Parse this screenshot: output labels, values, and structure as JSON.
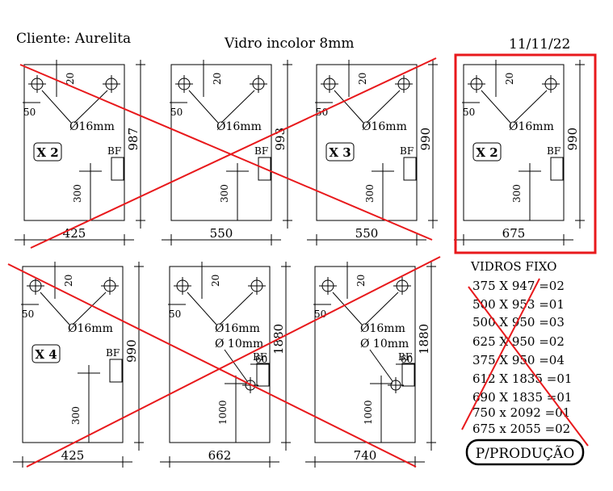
{
  "header": {
    "client": "Cliente: Aurelita",
    "material": "Vidro incolor 8mm",
    "date": "11/11/22"
  },
  "common": {
    "hole_offset": "50",
    "hole_top": "20",
    "hole_diameter": "Ø16mm",
    "bf_label": "BF",
    "lock_height": "300"
  },
  "pieces": [
    {
      "width": "425",
      "height": "987",
      "qty": "X 2",
      "crossed": true
    },
    {
      "width": "550",
      "height": "993",
      "qty": "",
      "crossed": true
    },
    {
      "width": "550",
      "height": "990",
      "qty": "X 3",
      "crossed": true
    },
    {
      "width": "675",
      "height": "990",
      "qty": "X 2",
      "crossed": false,
      "highlighted": true
    },
    {
      "width": "425",
      "height": "990",
      "qty": "X 4",
      "crossed": true
    },
    {
      "width": "662",
      "height": "1880",
      "qty": "",
      "crossed": true,
      "tall": true,
      "hole2_diameter": "Ø 10mm",
      "hole2_offset": "60",
      "lock_height": "1000"
    },
    {
      "width": "740",
      "height": "1880",
      "qty": "",
      "crossed": true,
      "tall": true,
      "hole2_diameter": "Ø 10mm",
      "hole2_offset": "60",
      "lock_height": "1000"
    }
  ],
  "fixed_glass": {
    "title": "VIDROS FIXO",
    "items": [
      "375 X 947 =02",
      "500 X 953 =01",
      "500 X 950 =03",
      "625 X 950 =02",
      "375 X 950 =04",
      "612 X 1835 =01",
      "690 X 1835 =01",
      "750 x 2092 =01",
      "675 x 2055 =02"
    ],
    "crossed": true
  },
  "production_label": "P/PRODUÇÃO",
  "colors": {
    "ink": "#000000",
    "strike": "#e8191c",
    "highlight": "#e8191c"
  }
}
